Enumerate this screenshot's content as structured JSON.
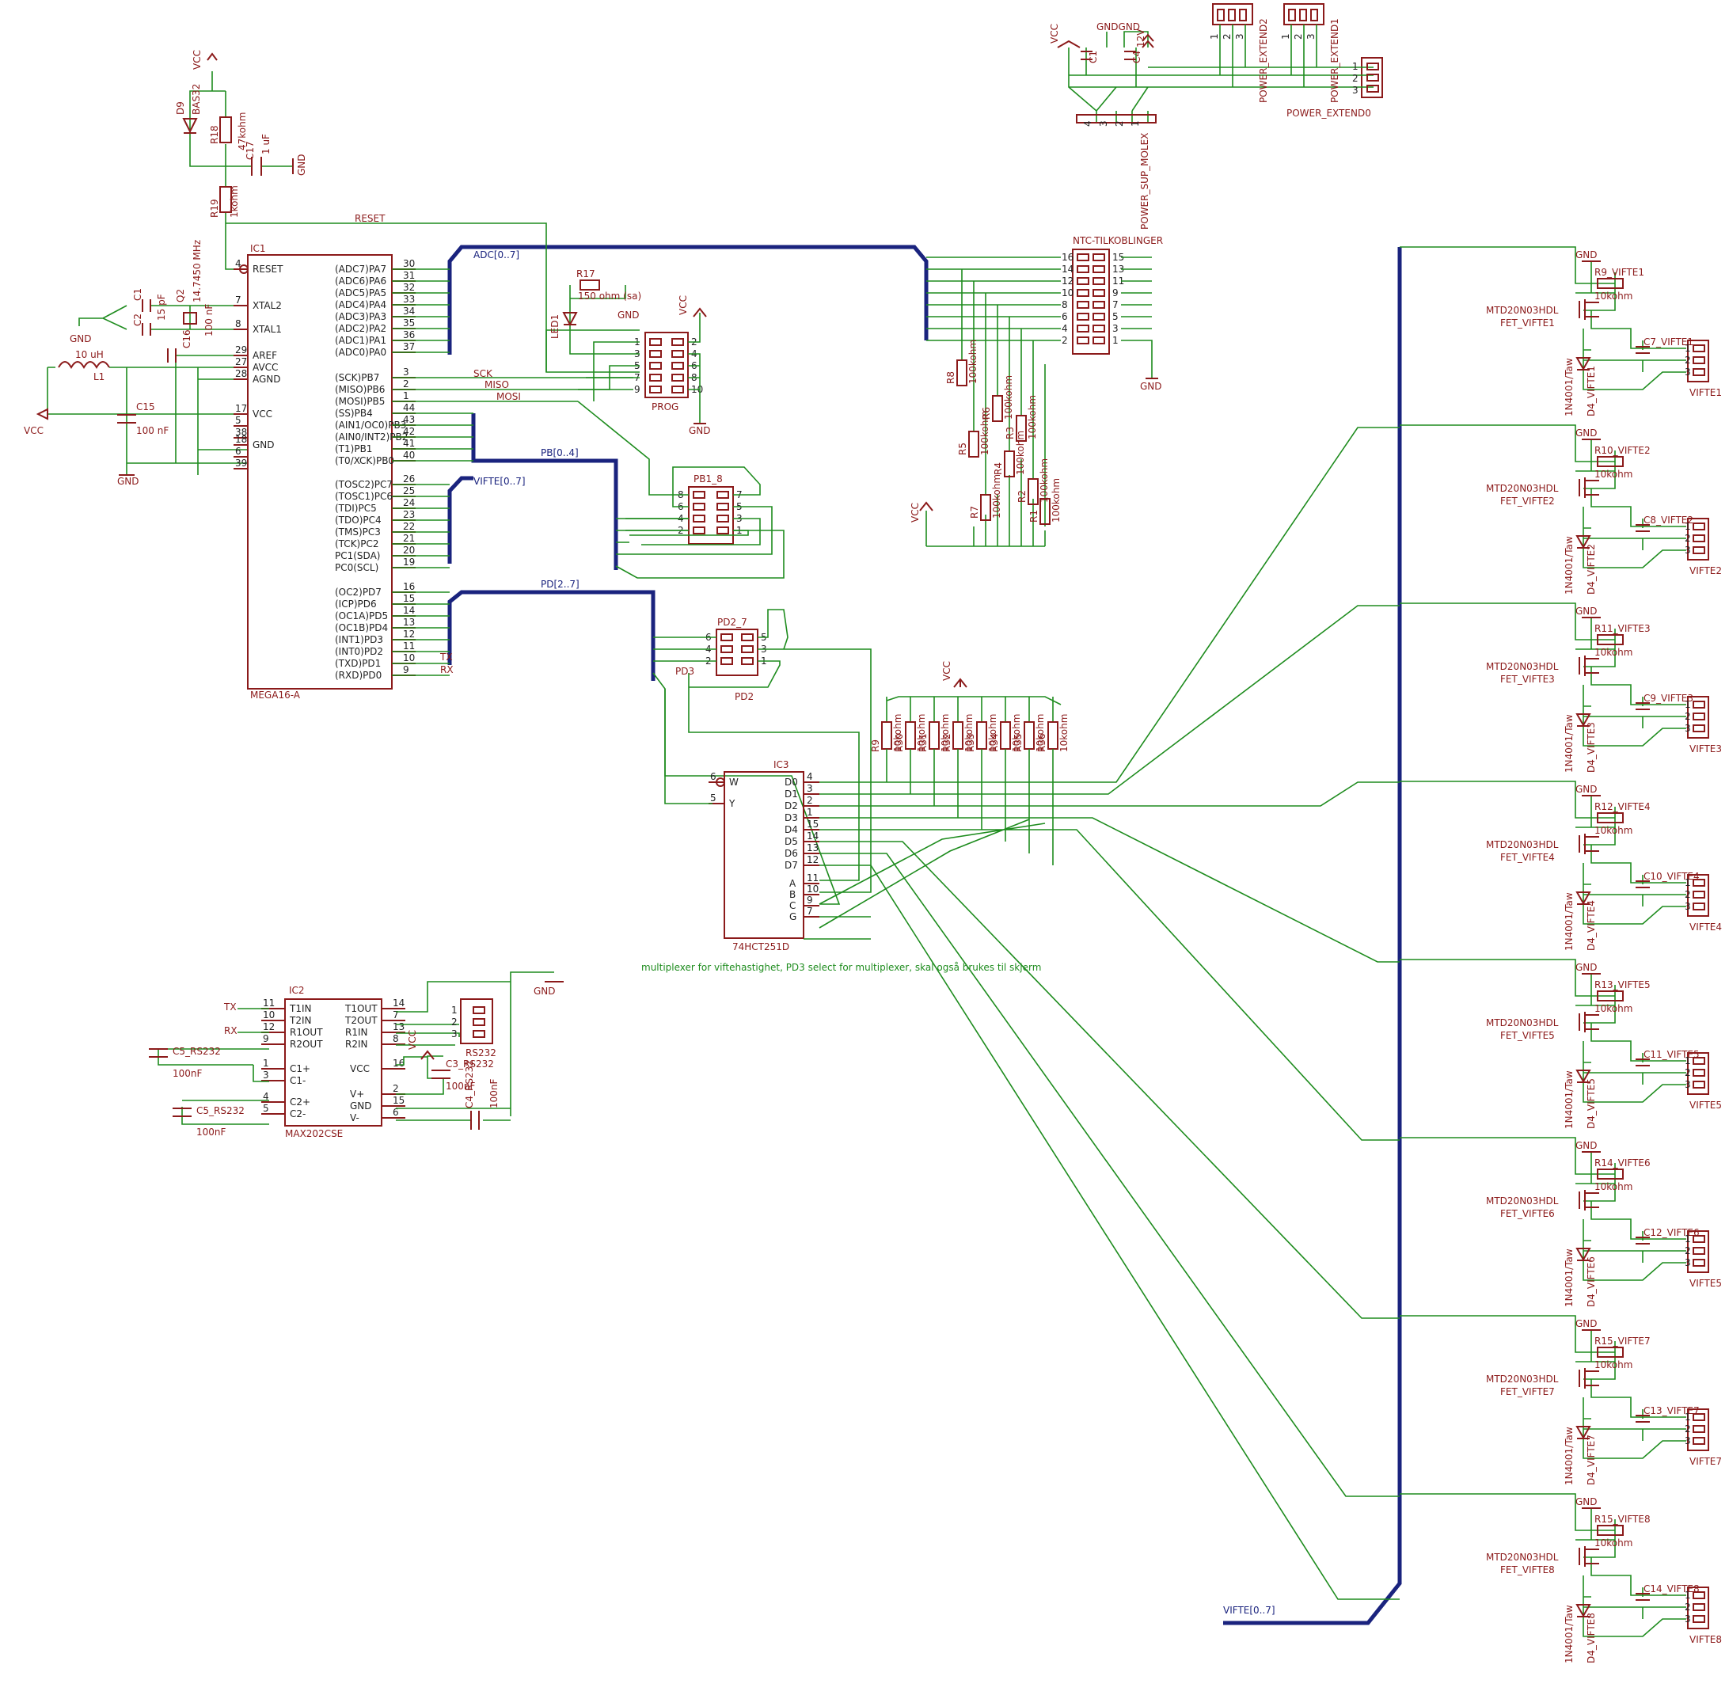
{
  "notes": {
    "multiplexer": "multiplexer for viftehastighet, PD3 select for multiplexer, skal også brukes til skjerm"
  },
  "power": {
    "vcc": "VCC",
    "gnd": "GND"
  },
  "ic1": {
    "name": "IC1",
    "value": "MEGA16-A",
    "left_pins": [
      {
        "num": "4",
        "name": "RESET"
      },
      {
        "num": "7",
        "name": "XTAL2"
      },
      {
        "num": "8",
        "name": "XTAL1"
      },
      {
        "num": "29",
        "name": "AREF"
      },
      {
        "num": "27",
        "name": "AVCC"
      },
      {
        "num": "28",
        "name": "AGND"
      },
      {
        "num": "17",
        "name": "VCC"
      },
      {
        "num": "5",
        "name": ""
      },
      {
        "num": "38",
        "name": ""
      },
      {
        "num": "18",
        "name": "GND"
      },
      {
        "num": "6",
        "name": ""
      },
      {
        "num": "39",
        "name": ""
      }
    ],
    "right_pins": [
      {
        "num": "30",
        "name": "(ADC7)PA7"
      },
      {
        "num": "31",
        "name": "(ADC6)PA6"
      },
      {
        "num": "32",
        "name": "(ADC5)PA5"
      },
      {
        "num": "33",
        "name": "(ADC4)PA4"
      },
      {
        "num": "34",
        "name": "(ADC3)PA3"
      },
      {
        "num": "35",
        "name": "(ADC2)PA2"
      },
      {
        "num": "36",
        "name": "(ADC1)PA1"
      },
      {
        "num": "37",
        "name": "(ADC0)PA0"
      },
      {
        "num": "3",
        "name": "(SCK)PB7"
      },
      {
        "num": "2",
        "name": "(MISO)PB6"
      },
      {
        "num": "1",
        "name": "(MOSI)PB5"
      },
      {
        "num": "44",
        "name": "(SS)PB4"
      },
      {
        "num": "43",
        "name": "(AIN1/OC0)PB3"
      },
      {
        "num": "42",
        "name": "(AIN0/INT2)PB2"
      },
      {
        "num": "41",
        "name": "(T1)PB1"
      },
      {
        "num": "40",
        "name": "(T0/XCK)PB0"
      },
      {
        "num": "26",
        "name": "(TOSC2)PC7"
      },
      {
        "num": "25",
        "name": "(TOSC1)PC6"
      },
      {
        "num": "24",
        "name": "(TDI)PC5"
      },
      {
        "num": "23",
        "name": "(TDO)PC4"
      },
      {
        "num": "22",
        "name": "(TMS)PC3"
      },
      {
        "num": "21",
        "name": "(TCK)PC2"
      },
      {
        "num": "20",
        "name": "PC1(SDA)"
      },
      {
        "num": "19",
        "name": "PC0(SCL)"
      },
      {
        "num": "16",
        "name": "(OC2)PD7"
      },
      {
        "num": "15",
        "name": "(ICP)PD6"
      },
      {
        "num": "14",
        "name": "(OC1A)PD5"
      },
      {
        "num": "13",
        "name": "(OC1B)PD4"
      },
      {
        "num": "12",
        "name": "(INT1)PD3"
      },
      {
        "num": "11",
        "name": "(INT0)PD2"
      },
      {
        "num": "10",
        "name": "(TXD)PD1"
      },
      {
        "num": "9",
        "name": "(RXD)PD0"
      }
    ]
  },
  "ic2": {
    "name": "IC2",
    "value": "MAX202CSE",
    "left_pins": [
      {
        "num": "11",
        "name": "T1IN"
      },
      {
        "num": "10",
        "name": "T2IN"
      },
      {
        "num": "12",
        "name": "R1OUT"
      },
      {
        "num": "9",
        "name": "R2OUT"
      },
      {
        "num": "1",
        "name": "C1+"
      },
      {
        "num": "3",
        "name": "C1-"
      },
      {
        "num": "4",
        "name": "C2+"
      },
      {
        "num": "5",
        "name": "C2-"
      }
    ],
    "right_pins": [
      {
        "num": "14",
        "name": "T1OUT"
      },
      {
        "num": "7",
        "name": "T2OUT"
      },
      {
        "num": "13",
        "name": "R1IN"
      },
      {
        "num": "8",
        "name": "R2IN"
      },
      {
        "num": "16",
        "name": "VCC"
      },
      {
        "num": "2",
        "name": "V+"
      },
      {
        "num": "15",
        "name": "GND"
      },
      {
        "num": "6",
        "name": "V-"
      }
    ]
  },
  "ic3": {
    "name": "IC3",
    "value": "74HCT251D",
    "left_pins": [
      {
        "num": "6",
        "name": "W"
      },
      {
        "num": "5",
        "name": "Y"
      }
    ],
    "right_pins": [
      {
        "num": "4",
        "name": "D0"
      },
      {
        "num": "3",
        "name": "D1"
      },
      {
        "num": "2",
        "name": "D2"
      },
      {
        "num": "1",
        "name": "D3"
      },
      {
        "num": "15",
        "name": "D4"
      },
      {
        "num": "14",
        "name": "D5"
      },
      {
        "num": "13",
        "name": "D6"
      },
      {
        "num": "12",
        "name": "D7"
      },
      {
        "num": "11",
        "name": "A"
      },
      {
        "num": "10",
        "name": "B"
      },
      {
        "num": "9",
        "name": "C"
      },
      {
        "num": "7",
        "name": "G"
      }
    ]
  },
  "parts_left": {
    "d9": "D9",
    "d9_val": "BAS32",
    "r18": "R18",
    "r18_val": "47kohm",
    "c17": "C17",
    "c17_val": "1 uF",
    "r19": "R19",
    "r19_val": "1kohm",
    "reset_net": "RESET",
    "q2": "Q2",
    "q2_val": "14.7450 MHz",
    "c1": "C1",
    "c2": "C2",
    "c12_val": "15 pF",
    "c16": "C16",
    "c16_val": "100 nF",
    "l1": "L1",
    "l1_val": "10 uH",
    "c15": "C15",
    "c15_val": "100 nF"
  },
  "prog": {
    "r17": "R17",
    "r17_val": "150 ohm (sa)",
    "led1": "LED1",
    "name": "PROG",
    "pins_left": [
      "1",
      "3",
      "5",
      "7",
      "9"
    ],
    "pins_right": [
      "2",
      "4",
      "6",
      "8",
      "10"
    ],
    "sck": "SCK",
    "miso": "MISO",
    "mosi": "MOSI"
  },
  "pb_hdr": {
    "name": "PB1_8",
    "pins_left": [
      "8",
      "6",
      "4",
      "2"
    ],
    "pins_right": [
      "7",
      "5",
      "3",
      "1"
    ]
  },
  "pd_hdr": {
    "name": "PD2_7",
    "value": "PD2",
    "pins_left": [
      "6",
      "4",
      "2"
    ],
    "pins_right": [
      "5",
      "3",
      "1"
    ],
    "pd3": "PD3",
    "tx": "TX",
    "rx": "RX"
  },
  "buses": {
    "adc": "ADC[0..7]",
    "pb": "PB[0..4]",
    "vifte_a": "VIFTE[0..7]",
    "pd": "PD[2..7]",
    "vifte_b": "VIFTE[0..7]"
  },
  "ntc": {
    "name": "NTC-TILKOBLINGER",
    "pins_left": [
      "16",
      "14",
      "12",
      "10",
      "8",
      "6",
      "4",
      "2"
    ],
    "pins_right": [
      "15",
      "13",
      "11",
      "9",
      "7",
      "5",
      "3",
      "1"
    ],
    "resistors": [
      {
        "ref": "R8",
        "val": "100kohm"
      },
      {
        "ref": "R6",
        "val": "100kohm"
      },
      {
        "ref": "R4",
        "val": "100kohm"
      },
      {
        "ref": "R3",
        "val": "100kohm"
      },
      {
        "ref": "R2",
        "val": "100kohm"
      },
      {
        "ref": "R5",
        "val": "100kohm"
      },
      {
        "ref": "R7",
        "val": "100kohm"
      },
      {
        "ref": "R1",
        "val": "100kohm"
      }
    ]
  },
  "pullups": [
    {
      "ref": "R9",
      "val": "10kohm"
    },
    {
      "ref": "R30",
      "val": "10kohm"
    },
    {
      "ref": "R31",
      "val": "10kohm"
    },
    {
      "ref": "R32",
      "val": "10kohm"
    },
    {
      "ref": "R33",
      "val": "10kohm"
    },
    {
      "ref": "R34",
      "val": "10kohm"
    },
    {
      "ref": "R35",
      "val": "10kohm"
    },
    {
      "ref": "R36",
      "val": "10kohm"
    }
  ],
  "rs232": {
    "tx": "TX",
    "rx": "RX",
    "c5a": "C5_RS232",
    "c5a_val": "100nF",
    "c5b": "C5_RS232",
    "c5b_val": "100nF",
    "c3": "C3_RS232",
    "c3_val": "100nF",
    "c4": "C4_RS232",
    "c4_val": "100nF",
    "conn": "RS232",
    "pins": [
      "1",
      "2",
      "3"
    ]
  },
  "power_conn": {
    "molex": "POWER_SUP_MOLEX",
    "c_a": "C1",
    "c_b": "C4",
    "v12": "12V",
    "ext2": "POWER_EXTEND2",
    "ext1": "POWER_EXTEND1",
    "ext0": "POWER_EXTEND0",
    "gnd2": "GNDGND",
    "pins3": [
      "1",
      "2",
      "3"
    ],
    "pins4": [
      "4",
      "3",
      "2",
      "1"
    ]
  },
  "fans": [
    {
      "r": "R9_VIFTE1",
      "rv": "10kohm",
      "fet": "MTD20N03HDL",
      "fetn": "FET_VIFTE1",
      "c": "C7_VIFTE1",
      "d": "1N4001/Taw",
      "dn": "D4_VIFTE1",
      "conn": "VIFTE1"
    },
    {
      "r": "R10_VIFTE2",
      "rv": "10kohm",
      "fet": "MTD20N03HDL",
      "fetn": "FET_VIFTE2",
      "c": "C8_VIFTE2",
      "d": "1N4001/Taw",
      "dn": "D4_VIFTE2",
      "conn": "VIFTE2"
    },
    {
      "r": "R11_VIFTE3",
      "rv": "10kohm",
      "fet": "MTD20N03HDL",
      "fetn": "FET_VIFTE3",
      "c": "C9_VIFTE3",
      "d": "1N4001/Taw",
      "dn": "D4_VIFTE3",
      "conn": "VIFTE3"
    },
    {
      "r": "R12_VIFTE4",
      "rv": "10kohm",
      "fet": "MTD20N03HDL",
      "fetn": "FET_VIFTE4",
      "c": "C10_VIFTE4",
      "d": "1N4001/Taw",
      "dn": "D4_VIFTE4",
      "conn": "VIFTE4"
    },
    {
      "r": "R13_VIFTE5",
      "rv": "10kohm",
      "fet": "MTD20N03HDL",
      "fetn": "FET_VIFTE5",
      "c": "C11_VIFTE5",
      "d": "1N4001/Taw",
      "dn": "D4_VIFTE5",
      "conn": "VIFTE5"
    },
    {
      "r": "R14_VIFTE6",
      "rv": "10kohm",
      "fet": "MTD20N03HDL",
      "fetn": "FET_VIFTE6",
      "c": "C12_VIFTE6",
      "d": "1N4001/Taw",
      "dn": "D4_VIFTE6",
      "conn": "VIFTE5"
    },
    {
      "r": "R15_VIFTE7",
      "rv": "10kohm",
      "fet": "MTD20N03HDL",
      "fetn": "FET_VIFTE7",
      "c": "C13_VIFTE7",
      "d": "1N4001/Taw",
      "dn": "D4_VIFTE7",
      "conn": "VIFTE7"
    },
    {
      "r": "R15_VIFTE8",
      "rv": "10kohm",
      "fet": "MTD20N03HDL",
      "fetn": "FET_VIFTE8",
      "c": "C14_VIFTE8",
      "d": "1N4001/Taw",
      "dn": "D4_VIFTE8",
      "conn": "VIFTE8"
    }
  ]
}
